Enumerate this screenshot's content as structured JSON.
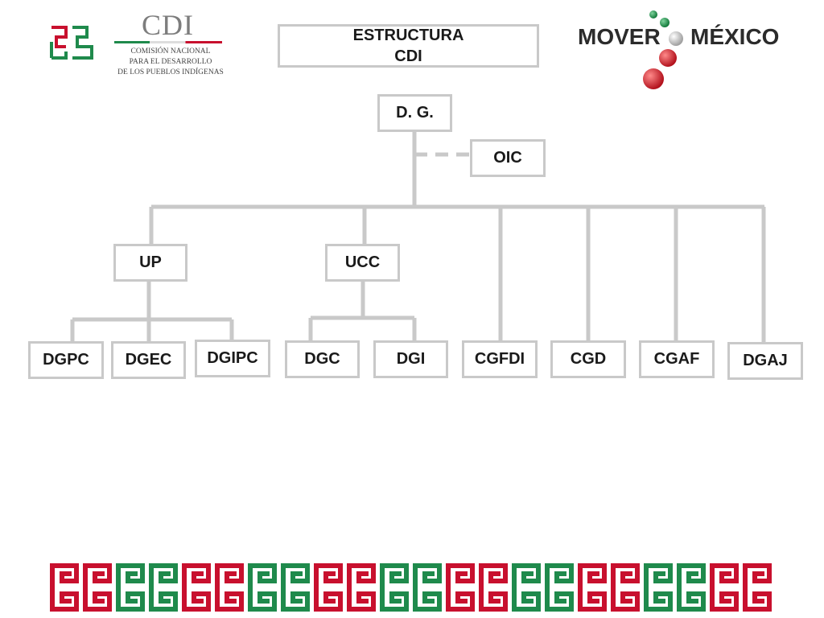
{
  "header": {
    "cdi_logo": {
      "acronym": "CDI",
      "line1": "COMISIÓN NACIONAL",
      "line2": "PARA EL DESARROLLO",
      "line3": "DE LOS PUEBLOS INDÍGENAS"
    },
    "title_line1": "ESTRUCTURA",
    "title_line2": "CDI",
    "mover_logo": {
      "left": "MOVER",
      "right": "MÉXICO"
    }
  },
  "org": {
    "top": "D. G.",
    "staff": "OIC",
    "level2": [
      "UP",
      "UCC"
    ],
    "up_children": [
      "DGPC",
      "DGEC",
      "DGIPC"
    ],
    "ucc_children": [
      "DGC",
      "DGI"
    ],
    "direct_units": [
      "CGFDI",
      "CGD",
      "CGAF",
      "DGAJ"
    ]
  },
  "colors": {
    "line": "#c9c9c9",
    "green": "#1f8a4c",
    "red": "#c8102e",
    "mover_red": "#d7262f",
    "mover_green": "#1f9a4e"
  }
}
